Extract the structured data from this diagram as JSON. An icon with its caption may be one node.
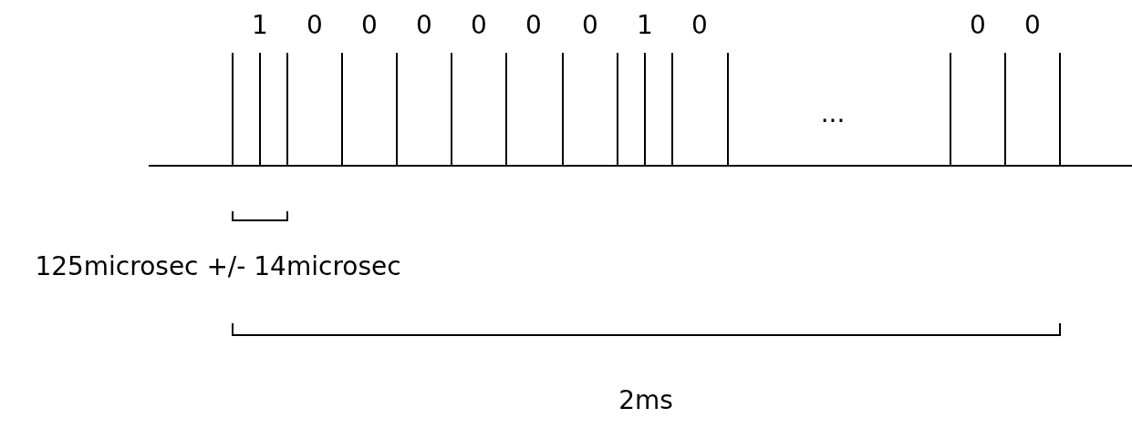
{
  "diagram": {
    "labels": [
      "1",
      "0",
      "0",
      "0",
      "0",
      "0",
      "0",
      "1",
      "0",
      "0",
      "0",
      "...",
      "125microsec +/- 14microsec",
      "2ms"
    ]
  }
}
